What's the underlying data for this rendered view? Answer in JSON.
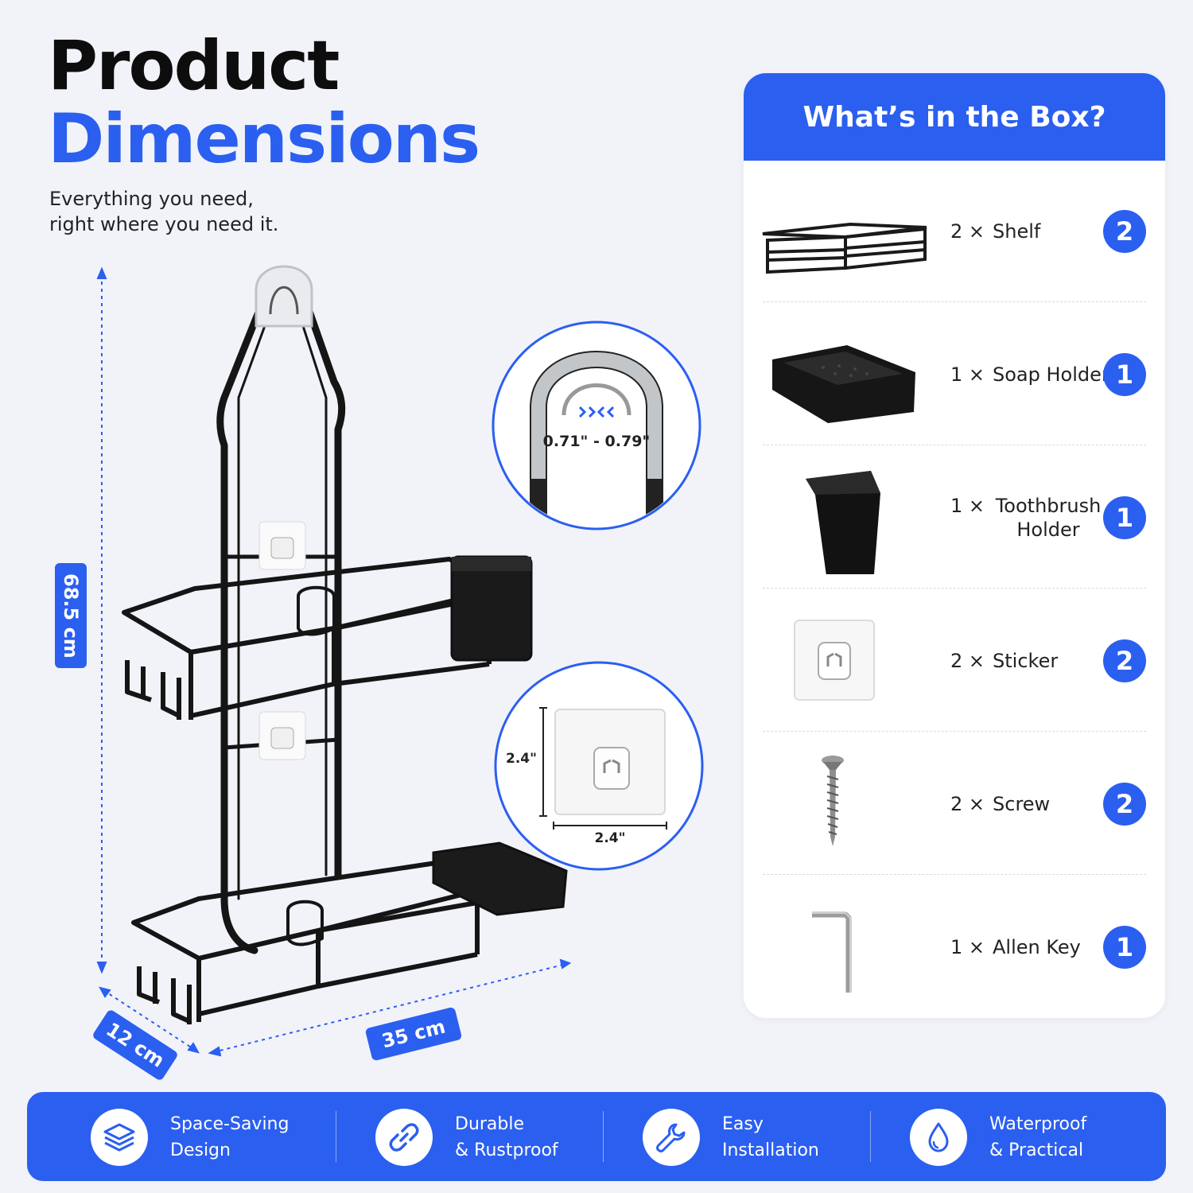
{
  "heading": {
    "line1": "Product",
    "line2": "Dimensions",
    "subtitle_line1": "Everything you need,",
    "subtitle_line2": "right where you need it."
  },
  "dimensions": {
    "height": "68.5 cm",
    "depth": "12 cm",
    "width": "35 cm",
    "hook_gap": "0.71\" - 0.79\"",
    "sticker_height": "2.4\"",
    "sticker_width": "2.4\""
  },
  "box": {
    "title": "What’s in the Box?",
    "items": [
      {
        "qty": "2 ×",
        "name": "Shelf",
        "badge": "2",
        "icon": "shelf-icon"
      },
      {
        "qty": "1 ×",
        "name": "Soap Holder",
        "badge": "1",
        "icon": "soap-holder-icon"
      },
      {
        "qty": "1 ×",
        "name": "Toothbrush Holder",
        "badge": "1",
        "icon": "toothbrush-holder-icon"
      },
      {
        "qty": "2 ×",
        "name": "Sticker",
        "badge": "2",
        "icon": "sticker-icon"
      },
      {
        "qty": "2 ×",
        "name": "Screw",
        "badge": "2",
        "icon": "screw-icon"
      },
      {
        "qty": "1 ×",
        "name": "Allen Key",
        "badge": "1",
        "icon": "allen-key-icon"
      }
    ]
  },
  "features": [
    {
      "line1": "Space-Saving",
      "line2": "Design",
      "icon": "layers-icon"
    },
    {
      "line1": "Durable",
      "line2": "& Rustproof",
      "icon": "link-icon"
    },
    {
      "line1": "Easy",
      "line2": "Installation",
      "icon": "wrench-icon"
    },
    {
      "line1": "Waterproof",
      "line2": "& Practical",
      "icon": "water-drop-icon"
    }
  ],
  "colors": {
    "accent": "#2b5ff0",
    "background": "#f1f3f9",
    "product": "#151515"
  }
}
